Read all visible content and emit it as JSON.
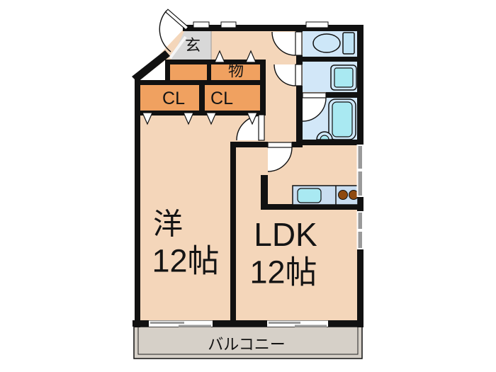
{
  "plan": {
    "rooms": {
      "genkan": {
        "label": "玄"
      },
      "storage": {
        "label": "物"
      },
      "closet_left": {
        "label": "CL"
      },
      "closet_right": {
        "label": "CL"
      },
      "western_room": {
        "name": "洋",
        "size": "12帖"
      },
      "ldk": {
        "name": "LDK",
        "size": "12帖"
      },
      "balcony": {
        "label": "バルコニー"
      }
    },
    "fixtures": [
      "toilet-icon",
      "washbasin-icon",
      "bathtub-icon",
      "bath-faucet-icon",
      "kitchen-sink-icon",
      "stove-burners-icon"
    ]
  },
  "colors": {
    "wall": "#111111",
    "floor": "#f4d6ba",
    "closet": "#f0a160",
    "genkan": "#d8d8d8",
    "balcony": "#d6d0c8",
    "wetroom": "#d2e7f8",
    "fixture_light": "#cde7f8",
    "fixture": "#a9e9f2",
    "tank": "#bfe3f5",
    "counter": "#c9ddf0",
    "burner": "#8f4a10",
    "window": "#9a9a9a"
  }
}
